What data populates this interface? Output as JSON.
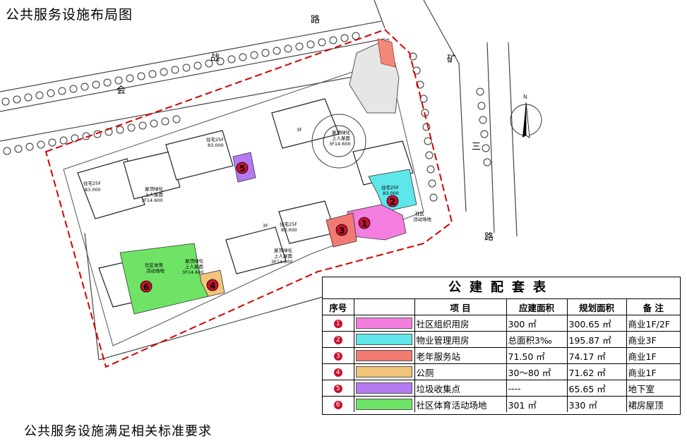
{
  "page_title": "公共服务设施布局图",
  "footer_text": "公共服务设施满足相关标准要求",
  "map": {
    "road_chars": [
      "会",
      "战",
      "路",
      "矿",
      "三",
      "路"
    ],
    "north_label": "N",
    "building_labels": [
      [
        "住宅25F",
        "83.000"
      ],
      [
        "屋顶绿化",
        "上人屋面",
        "3F14.600"
      ],
      [
        "住宅25F",
        "83.000"
      ],
      [
        "屋顶绿化",
        "上人屋面",
        "3F14.600"
      ],
      [
        "住宅25F",
        "83.000"
      ],
      [
        "住宅25F",
        "83.000"
      ],
      [
        "屋顶绿化",
        "上人屋面",
        "3F14.600"
      ],
      [
        "社区体育",
        "活动场地"
      ],
      [
        "屋顶绿化",
        "上人屋面",
        "3F14.600"
      ],
      [
        "社区",
        "活动场地"
      ],
      [
        "3F"
      ],
      [
        "3F"
      ]
    ],
    "markers": [
      "1",
      "2",
      "3",
      "4",
      "5",
      "6"
    ]
  },
  "legend": {
    "title": "公建配套表",
    "headers": [
      "序号",
      "",
      "项 目",
      "应建面积",
      "规划面积",
      "备 注"
    ],
    "rows": [
      {
        "num": "1",
        "color": "#f37ee0",
        "name": "社区组织用房",
        "required": "300   ㎡",
        "planned": "300.65 ㎡",
        "note": "商业1F/2F"
      },
      {
        "num": "2",
        "color": "#5ee6ea",
        "name": "物业管理用房",
        "required": "总面积3‰",
        "planned": "195.87 ㎡",
        "note": "商业3F"
      },
      {
        "num": "3",
        "color": "#f27a72",
        "name": "老年服务站",
        "required": "71.50  ㎡",
        "planned": "74.17  ㎡",
        "note": "商业1F"
      },
      {
        "num": "4",
        "color": "#f2c57a",
        "name": "公厕",
        "required": "30～80 ㎡",
        "planned": "71.62  ㎡",
        "note": "商业1F"
      },
      {
        "num": "5",
        "color": "#b57af2",
        "name": "垃圾收集点",
        "required": "----",
        "planned": "65.65  ㎡",
        "note": "地下室"
      },
      {
        "num": "6",
        "color": "#6fe366",
        "name": "社区体育活动场地",
        "required": "301   ㎡",
        "planned": "330   ㎡",
        "note": "裙房屋顶"
      }
    ]
  }
}
